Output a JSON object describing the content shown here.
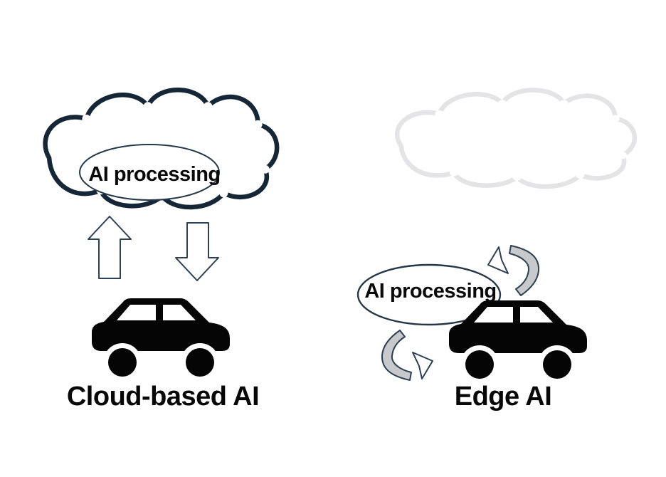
{
  "left": {
    "bubble_label": "AI processing",
    "caption": "Cloud-based AI"
  },
  "right": {
    "bubble_label": "AI processing",
    "caption": "Edge AI"
  },
  "icons": {
    "left": [
      "cloud-icon",
      "arrow-up-icon",
      "arrow-down-icon",
      "car-icon"
    ],
    "right": [
      "cloud-icon",
      "circular-arrow-top-icon",
      "circular-arrow-bottom-icon",
      "car-icon"
    ]
  },
  "colors": {
    "cloud_outline_dark": "#152736",
    "cloud_outline_light": "#e4e4e6",
    "line_navy": "#2e4154",
    "curved_arrow_gray": "#c8c9cb",
    "vehicle_black": "#050505",
    "background": "#ffffff"
  }
}
